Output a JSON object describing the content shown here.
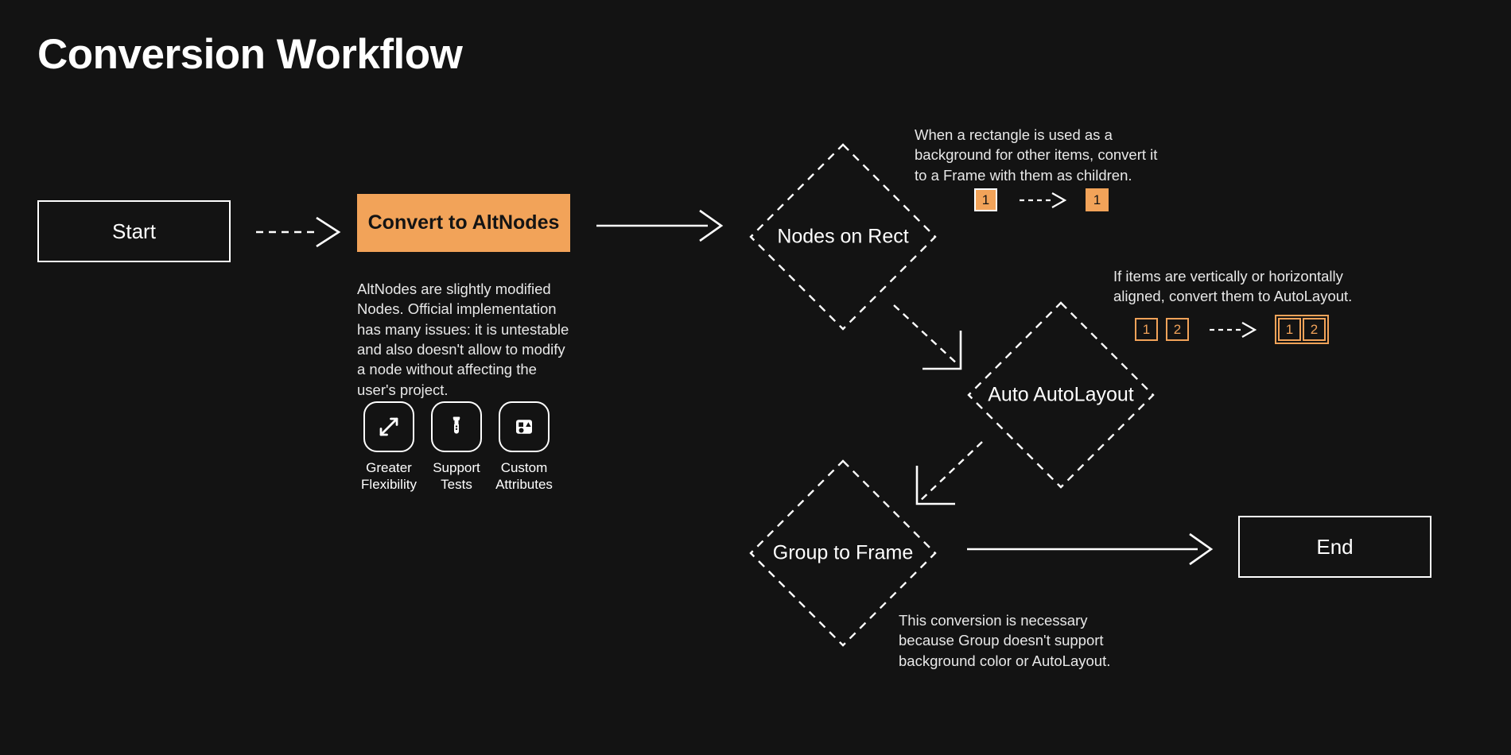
{
  "page": {
    "title": "Conversion Workflow",
    "background_color": "#131313",
    "accent_color": "#F2A359",
    "text_color": "#FFFFFF"
  },
  "nodes": {
    "start": {
      "label": "Start",
      "type": "terminal"
    },
    "convert": {
      "label": "Convert to AltNodes",
      "type": "process",
      "color": "#F2A359",
      "description": "AltNodes are slightly modified Nodes. Official implementation has many issues: it is untestable and also doesn't allow to modify a node without affecting the user's project."
    },
    "nodes_on_rect": {
      "label": "Nodes on Rect",
      "type": "decision"
    },
    "auto_autolayout": {
      "label": "Auto AutoLayout",
      "type": "decision"
    },
    "group_to_frame": {
      "label": "Group to Frame",
      "type": "decision"
    },
    "end": {
      "label": "End",
      "type": "terminal"
    }
  },
  "features": [
    {
      "icon": "expand-arrows-icon",
      "label": "Greater\nFlexibility"
    },
    {
      "icon": "test-tube-icon",
      "label": "Support\nTests"
    },
    {
      "icon": "shapes-icon",
      "label": "Custom\nAttributes"
    }
  ],
  "annotations": {
    "nodes_on_rect": {
      "text": "When a rectangle is used as a background for other items, convert it to a Frame with them as children.",
      "before": [
        "1"
      ],
      "after": [
        "1"
      ]
    },
    "auto_autolayout": {
      "text": "If items are vertically or horizontally aligned, convert them to AutoLayout.",
      "before": [
        "1",
        "2"
      ],
      "after": [
        "1",
        "2"
      ]
    },
    "group_to_frame": {
      "text": "This conversion is necessary because Group doesn't support background color or AutoLayout."
    }
  },
  "connectors": [
    {
      "id": "start-to-convert",
      "style": "dashed",
      "direction": "right"
    },
    {
      "id": "convert-to-nodes-on-rect",
      "style": "solid",
      "direction": "right"
    },
    {
      "id": "nodes-on-rect-to-auto-autolayout",
      "style": "dashed",
      "direction": "down-right"
    },
    {
      "id": "auto-autolayout-to-group-to-frame",
      "style": "dashed",
      "direction": "down-left"
    },
    {
      "id": "group-to-frame-to-end",
      "style": "solid",
      "direction": "right"
    }
  ]
}
